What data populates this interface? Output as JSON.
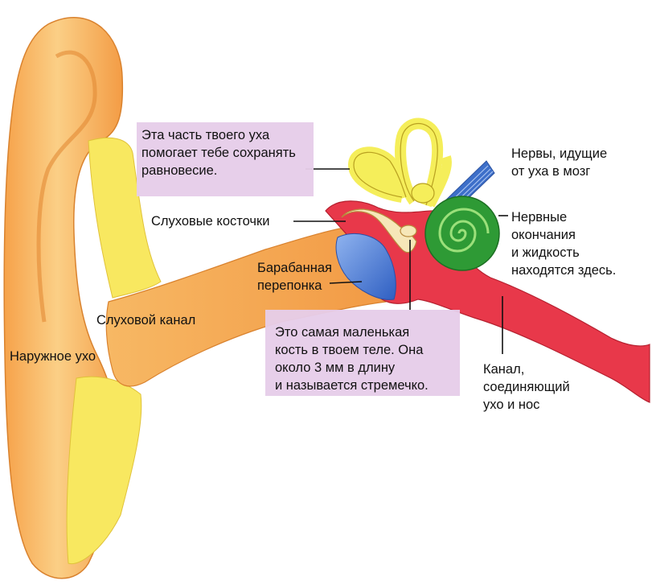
{
  "labels": {
    "balance_note": "Эта часть твоего уха\nпомогает тебе сохранять\nравновесие.",
    "nerves": "Нервы, идущие\nот уха в мозг",
    "ossicles": "Слуховые косточки",
    "nerve_endings": "Нервные\nокончания\nи жидкость\nнаходятся здесь.",
    "eardrum": "Барабанная\nперепонка",
    "ear_canal": "Слуховой канал",
    "outer_ear": "Наружное ухо",
    "stirrup_note": "Это самая маленькая\nкость в твоем теле. Она\nоколо 3 мм в длину\nи называется стремечко.",
    "eustachian_tube": "Канал,\nсоединяющий\nухо и нос"
  },
  "colors": {
    "outer_ear": "#f7b15a",
    "ear_canal": "#f5a750",
    "cartilage": "#f8e860",
    "middle_ear": "#e8384a",
    "semicircular_canals": "#f5ee5a",
    "cochlea": "#2e9a35",
    "eardrum": "#4f7ed8",
    "nerves": "#3d6fc9",
    "note_box": "#e6cde9"
  }
}
